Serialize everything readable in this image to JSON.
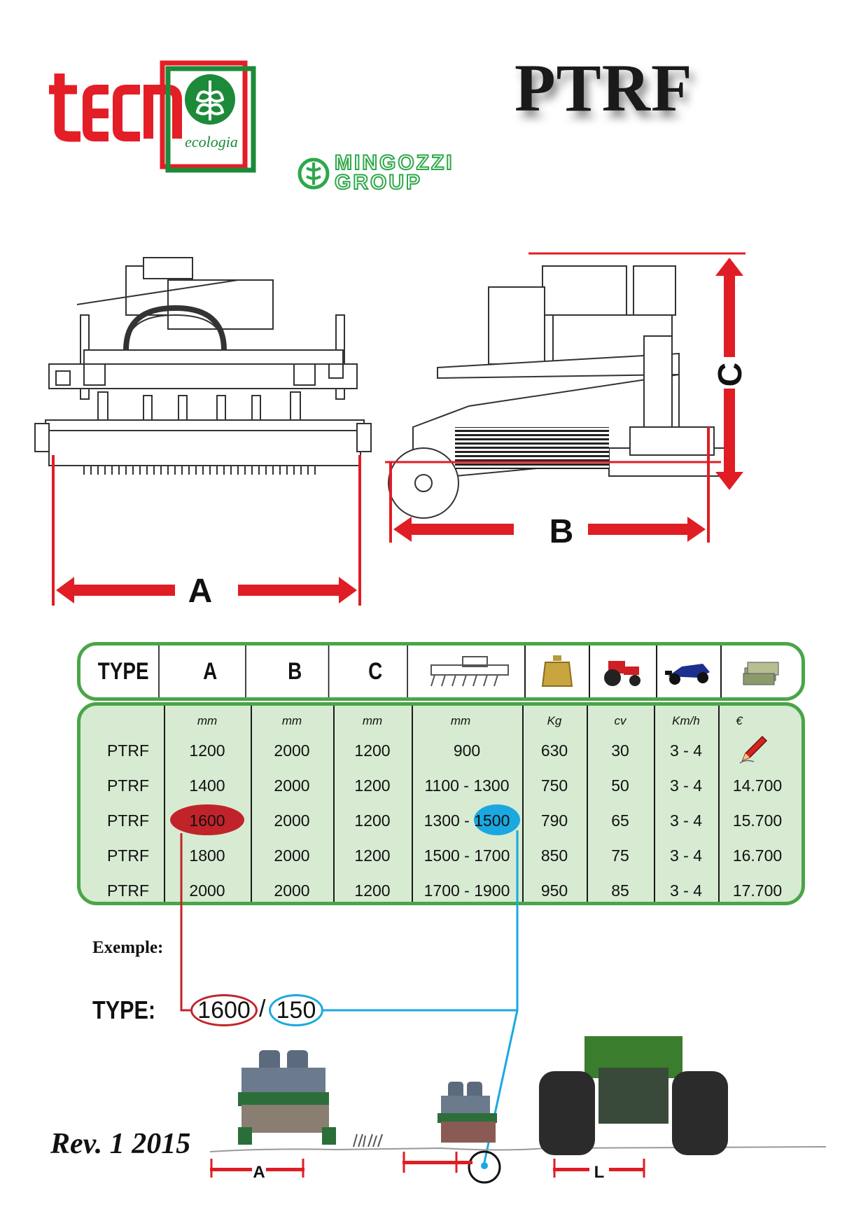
{
  "brand": {
    "logo_text": "tecn",
    "logo_subtext": "ecologia",
    "group_name_line1": "MINGOZZI",
    "group_name_line2": "GROUP",
    "colors": {
      "red": "#e41e26",
      "green": "#1d8a3a",
      "group_green": "#2ea84a"
    }
  },
  "title": "PTRF",
  "drawings": {
    "dimension_labels": {
      "a": "A",
      "b": "B",
      "c": "C"
    },
    "arrow_color": "#e01d24"
  },
  "table": {
    "headers": [
      "TYPE",
      "A",
      "B",
      "C"
    ],
    "header_icons": [
      "rotor-icon",
      "weight-icon",
      "tractor-icon",
      "race-car-icon",
      "money-icon"
    ],
    "units": [
      "",
      "mm",
      "mm",
      "mm",
      "mm",
      "Kg",
      "cv",
      "Km/h",
      "€"
    ],
    "rows": [
      [
        "PTRF",
        "1200",
        "2000",
        "1200",
        "900",
        "630",
        "30",
        "3 - 4",
        ""
      ],
      [
        "PTRF",
        "1400",
        "2000",
        "1200",
        "1100 - 1300",
        "750",
        "50",
        "3 - 4",
        "14.700"
      ],
      [
        "PTRF",
        "1600",
        "2000",
        "1200",
        "1300 - 1500",
        "790",
        "65",
        "3 - 4",
        "15.700"
      ],
      [
        "PTRF",
        "1800",
        "2000",
        "1200",
        "1500 - 1700",
        "850",
        "75",
        "3 - 4",
        "16.700"
      ],
      [
        "PTRF",
        "2000",
        "2000",
        "1200",
        "1700 - 1900",
        "950",
        "85",
        "3 - 4",
        "17.700"
      ]
    ],
    "first_row_price_icon": "pencil-icon",
    "highlight_a": {
      "row": 2,
      "value": "1600",
      "color": "#c0242a"
    },
    "highlight_l": {
      "row": 2,
      "value": "1500",
      "color": "#1ba8e0"
    },
    "border_color": "#4aa548",
    "fill_color": "#d7ebd2"
  },
  "example": {
    "label": "Exemple:",
    "type_label": "TYPE:",
    "a_value": "1600",
    "separator": "/",
    "l_value": "150"
  },
  "illustration_labels": {
    "a": "A",
    "l": "L"
  },
  "revision": "Rev. 1 2015"
}
